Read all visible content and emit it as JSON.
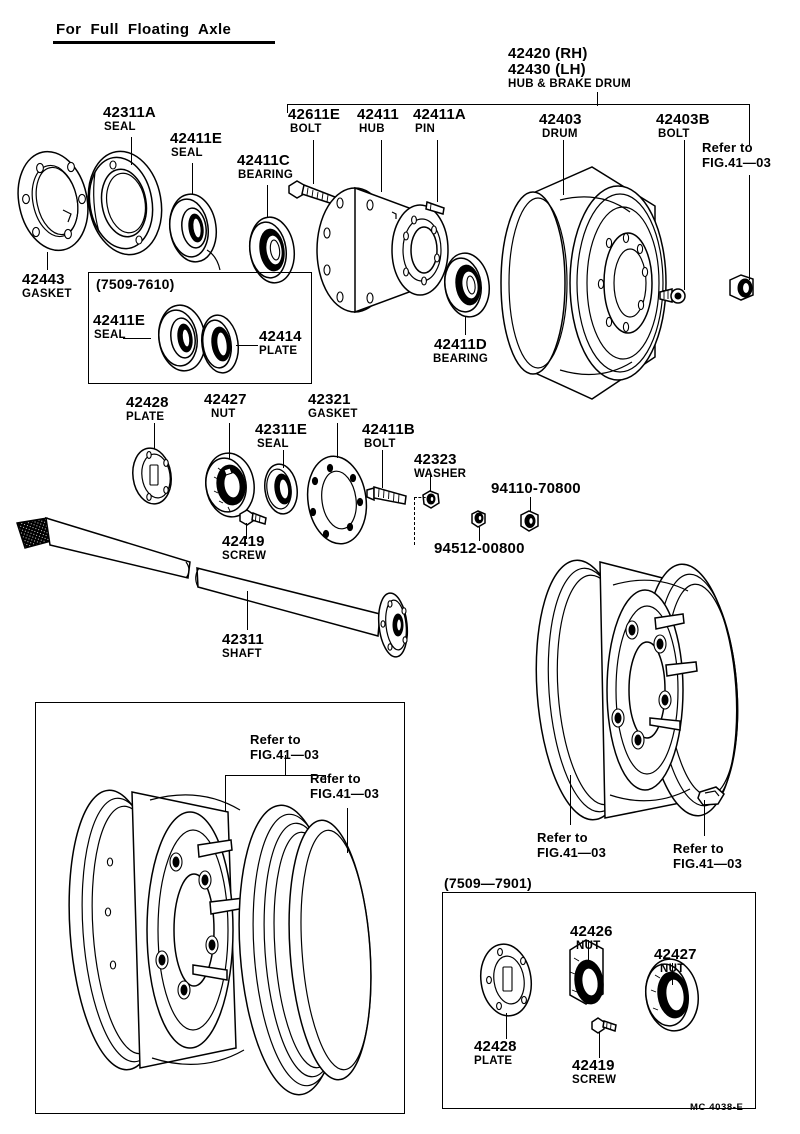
{
  "title": "For  Full  Floating  Axle",
  "footer_code": "MC 4038-E",
  "labels": {
    "gasket_42443": {
      "pn": "42443",
      "name": "GASKET"
    },
    "seal_42311A": {
      "pn": "42311A",
      "name": "SEAL"
    },
    "seal_42411E": {
      "pn": "42411E",
      "name": "SEAL"
    },
    "bearing_42411C": {
      "pn": "42411C",
      "name": "BEARING"
    },
    "bolt_42611E": {
      "pn": "42611E",
      "name": "BOLT"
    },
    "hub_42411": {
      "pn": "42411",
      "name": "HUB"
    },
    "pin_42411A": {
      "pn": "42411A",
      "name": "PIN"
    },
    "drum_42403": {
      "pn": "42403",
      "name": "DRUM"
    },
    "bolt_42403B": {
      "pn": "42403B",
      "name": "BOLT"
    },
    "bearing_42411D": {
      "pn": "42411D",
      "name": "BEARING"
    },
    "plate_42428": {
      "pn": "42428",
      "name": "PLATE"
    },
    "nut_42427": {
      "pn": "42427",
      "name": "NUT"
    },
    "seal_42311E": {
      "pn": "42311E",
      "name": "SEAL"
    },
    "gasket_42321": {
      "pn": "42321",
      "name": "GASKET"
    },
    "bolt_42411B": {
      "pn": "42411B",
      "name": "BOLT"
    },
    "washer_42323": {
      "pn": "42323",
      "name": "WASHER"
    },
    "screw_42419": {
      "pn": "42419",
      "name": "SCREW"
    },
    "shaft_42311": {
      "pn": "42311",
      "name": "SHAFT"
    },
    "nut_94110": {
      "pn": "94110-70800",
      "name": ""
    },
    "nut_94512": {
      "pn": "94512-00800",
      "name": ""
    },
    "inset_seal_42411E": {
      "pn": "42411E",
      "name": "SEAL"
    },
    "inset_plate_42414": {
      "pn": "42414",
      "name": "PLATE"
    },
    "inset2_plate_42428": {
      "pn": "42428",
      "name": "PLATE"
    },
    "inset2_nut_42426": {
      "pn": "42426",
      "name": "NUT"
    },
    "inset2_nut_42427": {
      "pn": "42427",
      "name": "NUT"
    },
    "inset2_screw_42419": {
      "pn": "42419",
      "name": "SCREW"
    }
  },
  "assembly_callout": {
    "line1": "42420 (RH)",
    "line2": "42430 (LH)",
    "line3": "HUB & BRAKE DRUM"
  },
  "refer_notes": {
    "top_right": {
      "line1": "Refer to",
      "line2": "FIG.41—03"
    },
    "mid_right_a": {
      "line1": "Refer to",
      "line2": "FIG.41—03"
    },
    "mid_right_b": {
      "line1": "Refer to",
      "line2": "FIG.41—03"
    },
    "inset_a": {
      "line1": "Refer to",
      "line2": "FIG.41—03"
    },
    "inset_b": {
      "line1": "Refer to",
      "line2": "FIG.41—03"
    }
  },
  "insets": {
    "range_top": "(7509-7610)",
    "range_bottom": "(7509—7901)"
  },
  "colors": {
    "ink": "#000000",
    "paper": "#ffffff"
  }
}
